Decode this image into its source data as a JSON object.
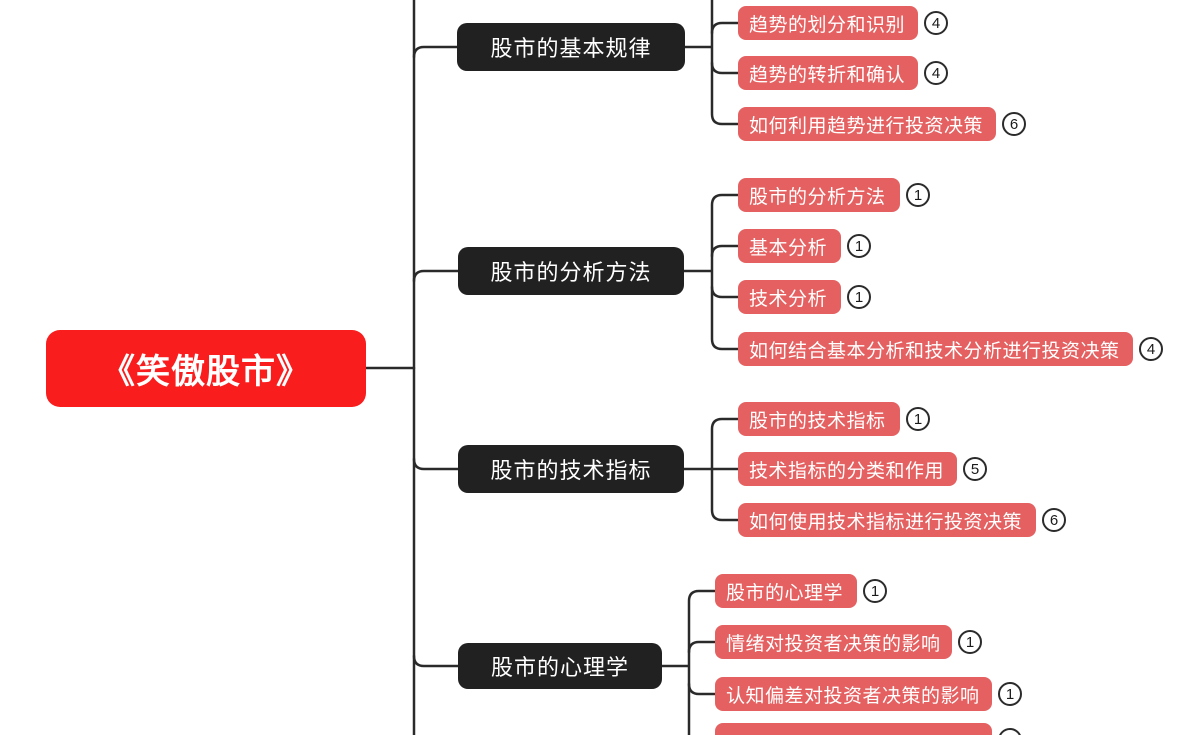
{
  "title": "《笑傲股市》 思维导图",
  "colors": {
    "root_bg": "#f91d1d",
    "branch_bg": "#212121",
    "leaf_bg": "#e56161",
    "line": "#2a2a2a",
    "node_text": "#ffffff",
    "count_border": "#2b2b2b",
    "count_text": "#1a1a1a"
  },
  "root": {
    "label": "《笑傲股市》"
  },
  "branches": [
    {
      "label": "股市的基本规律",
      "children": [
        {
          "label": "趋势的划分和识别",
          "count": "4"
        },
        {
          "label": "趋势的转折和确认",
          "count": "4"
        },
        {
          "label": "如何利用趋势进行投资决策",
          "count": "6"
        }
      ]
    },
    {
      "label": "股市的分析方法",
      "children": [
        {
          "label": "股市的分析方法",
          "count": "1"
        },
        {
          "label": "基本分析",
          "count": "1"
        },
        {
          "label": "技术分析",
          "count": "1"
        },
        {
          "label": "如何结合基本分析和技术分析进行投资决策",
          "count": "4"
        }
      ]
    },
    {
      "label": "股市的技术指标",
      "children": [
        {
          "label": "股市的技术指标",
          "count": "1"
        },
        {
          "label": "技术指标的分类和作用",
          "count": "5"
        },
        {
          "label": "如何使用技术指标进行投资决策",
          "count": "6"
        }
      ]
    },
    {
      "label": "股市的心理学",
      "children": [
        {
          "label": "股市的心理学",
          "count": "1"
        },
        {
          "label": "情绪对投资者决策的影响",
          "count": "1"
        },
        {
          "label": "认知偏差对投资者决策的影响",
          "count": "1"
        },
        {
          "label": "",
          "count": ""
        }
      ]
    }
  ]
}
